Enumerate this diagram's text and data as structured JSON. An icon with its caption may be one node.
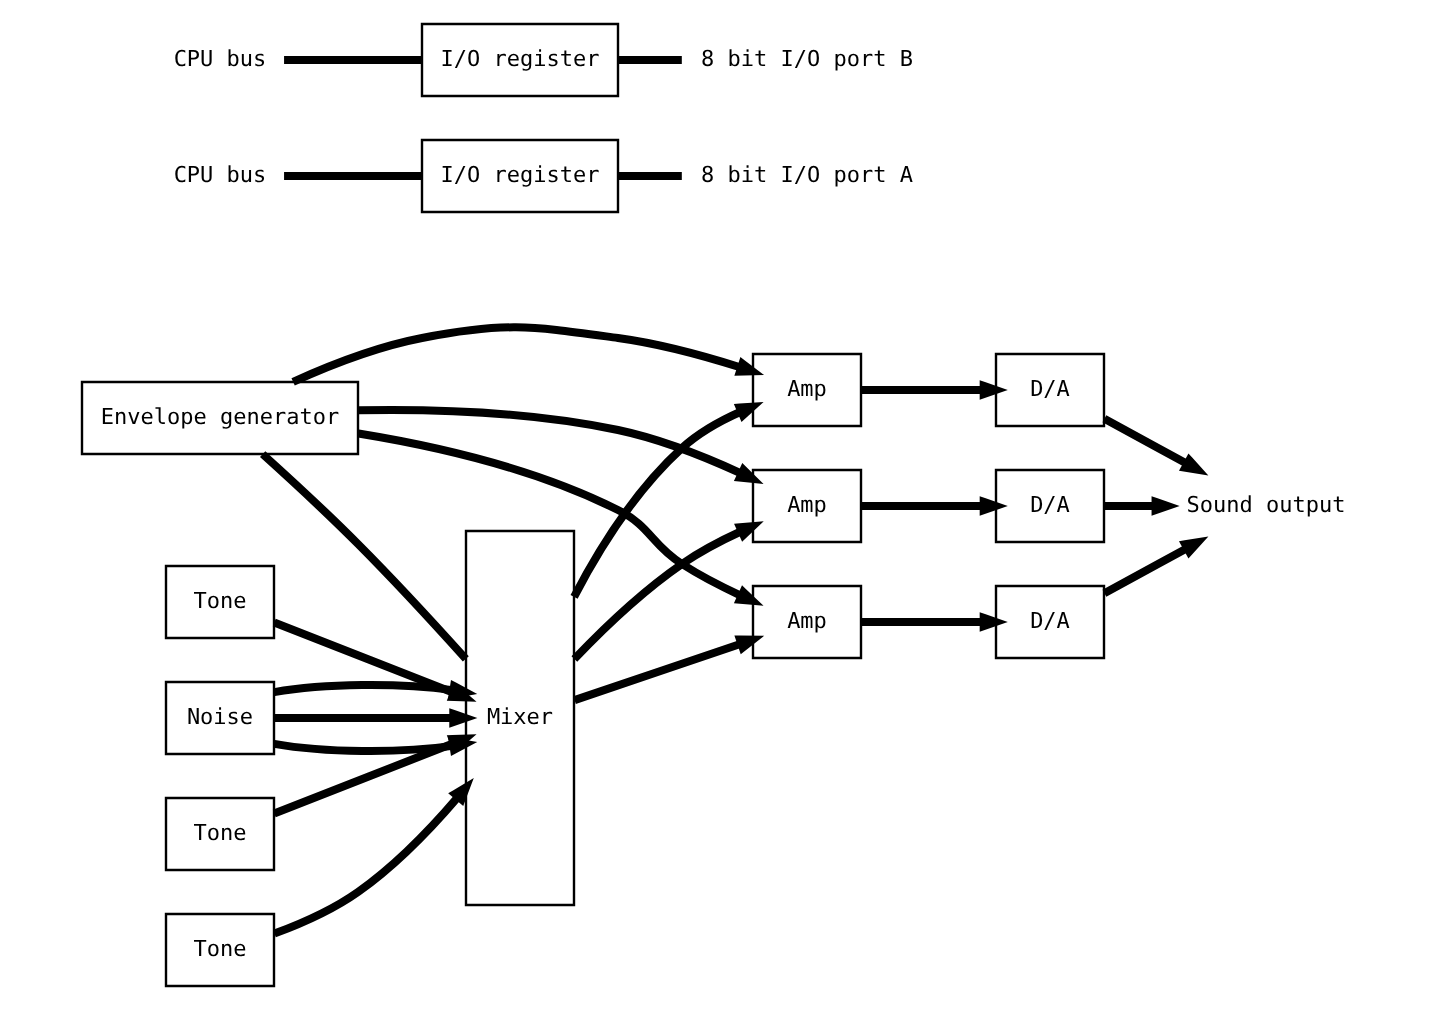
{
  "diagram": {
    "nodes": [
      {
        "text": [
          "Tone"
        ]
      },
      {
        "text": [
          "Tone"
        ]
      },
      {
        "text": [
          "Tone"
        ]
      },
      {
        "text": [
          "Mixer"
        ]
      },
      {
        "text": [
          "Noise"
        ]
      },
      {
        "text": [
          "Envelope generator"
        ]
      },
      {
        "text": [
          "Amp"
        ]
      },
      {
        "text": [
          "Amp"
        ]
      },
      {
        "text": [
          "Amp"
        ]
      },
      {
        "text": [
          "D/A"
        ]
      },
      {
        "text": [
          "D/A"
        ]
      },
      {
        "text": [
          "D/A"
        ]
      },
      {
        "text": [
          "Sound output"
        ]
      },
      {
        "text": [
          "CPU bus"
        ]
      },
      {
        "text": [
          "I/O register"
        ]
      },
      {
        "text": [
          "8 bit I/O port A"
        ]
      },
      {
        "text": [
          "CPU bus"
        ]
      },
      {
        "text": [
          "I/O register"
        ]
      },
      {
        "text": [
          "8 bit I/O port B"
        ]
      }
    ],
    "edges": [
      {
        "from": 0,
        "to": 3,
        "arrow": "to"
      },
      {
        "from": 1,
        "to": 3,
        "arrow": "to"
      },
      {
        "from": 2,
        "to": 3,
        "arrow": "to"
      },
      {
        "from": 4,
        "to": 3,
        "arrow": "to"
      },
      {
        "from": 4,
        "to": 3,
        "arrow": "to"
      },
      {
        "from": 4,
        "to": 3,
        "arrow": "to"
      },
      {
        "from": 5,
        "to": 3,
        "arrow": "none"
      },
      {
        "from": 3,
        "to": 6,
        "arrow": "to"
      },
      {
        "from": 3,
        "to": 7,
        "arrow": "to"
      },
      {
        "from": 3,
        "to": 8,
        "arrow": "to"
      },
      {
        "from": 5,
        "to": 6,
        "arrow": "to"
      },
      {
        "from": 5,
        "to": 7,
        "arrow": "to"
      },
      {
        "from": 5,
        "to": 8,
        "arrow": "to"
      },
      {
        "from": 6,
        "to": 9,
        "arrow": "to"
      },
      {
        "from": 7,
        "to": 10,
        "arrow": "to"
      },
      {
        "from": 8,
        "to": 11,
        "arrow": "to"
      },
      {
        "from": 9,
        "to": 12,
        "arrow": "to"
      },
      {
        "from": 10,
        "to": 12,
        "arrow": "to"
      },
      {
        "from": 11,
        "to": 12,
        "arrow": "to"
      },
      {
        "from": 13,
        "to": 14,
        "arrow": "none"
      },
      {
        "from": 14,
        "to": 15,
        "arrow": "none"
      },
      {
        "from": 16,
        "to": 17,
        "arrow": "none"
      },
      {
        "from": 17,
        "to": 18,
        "arrow": "none"
      }
    ]
  }
}
